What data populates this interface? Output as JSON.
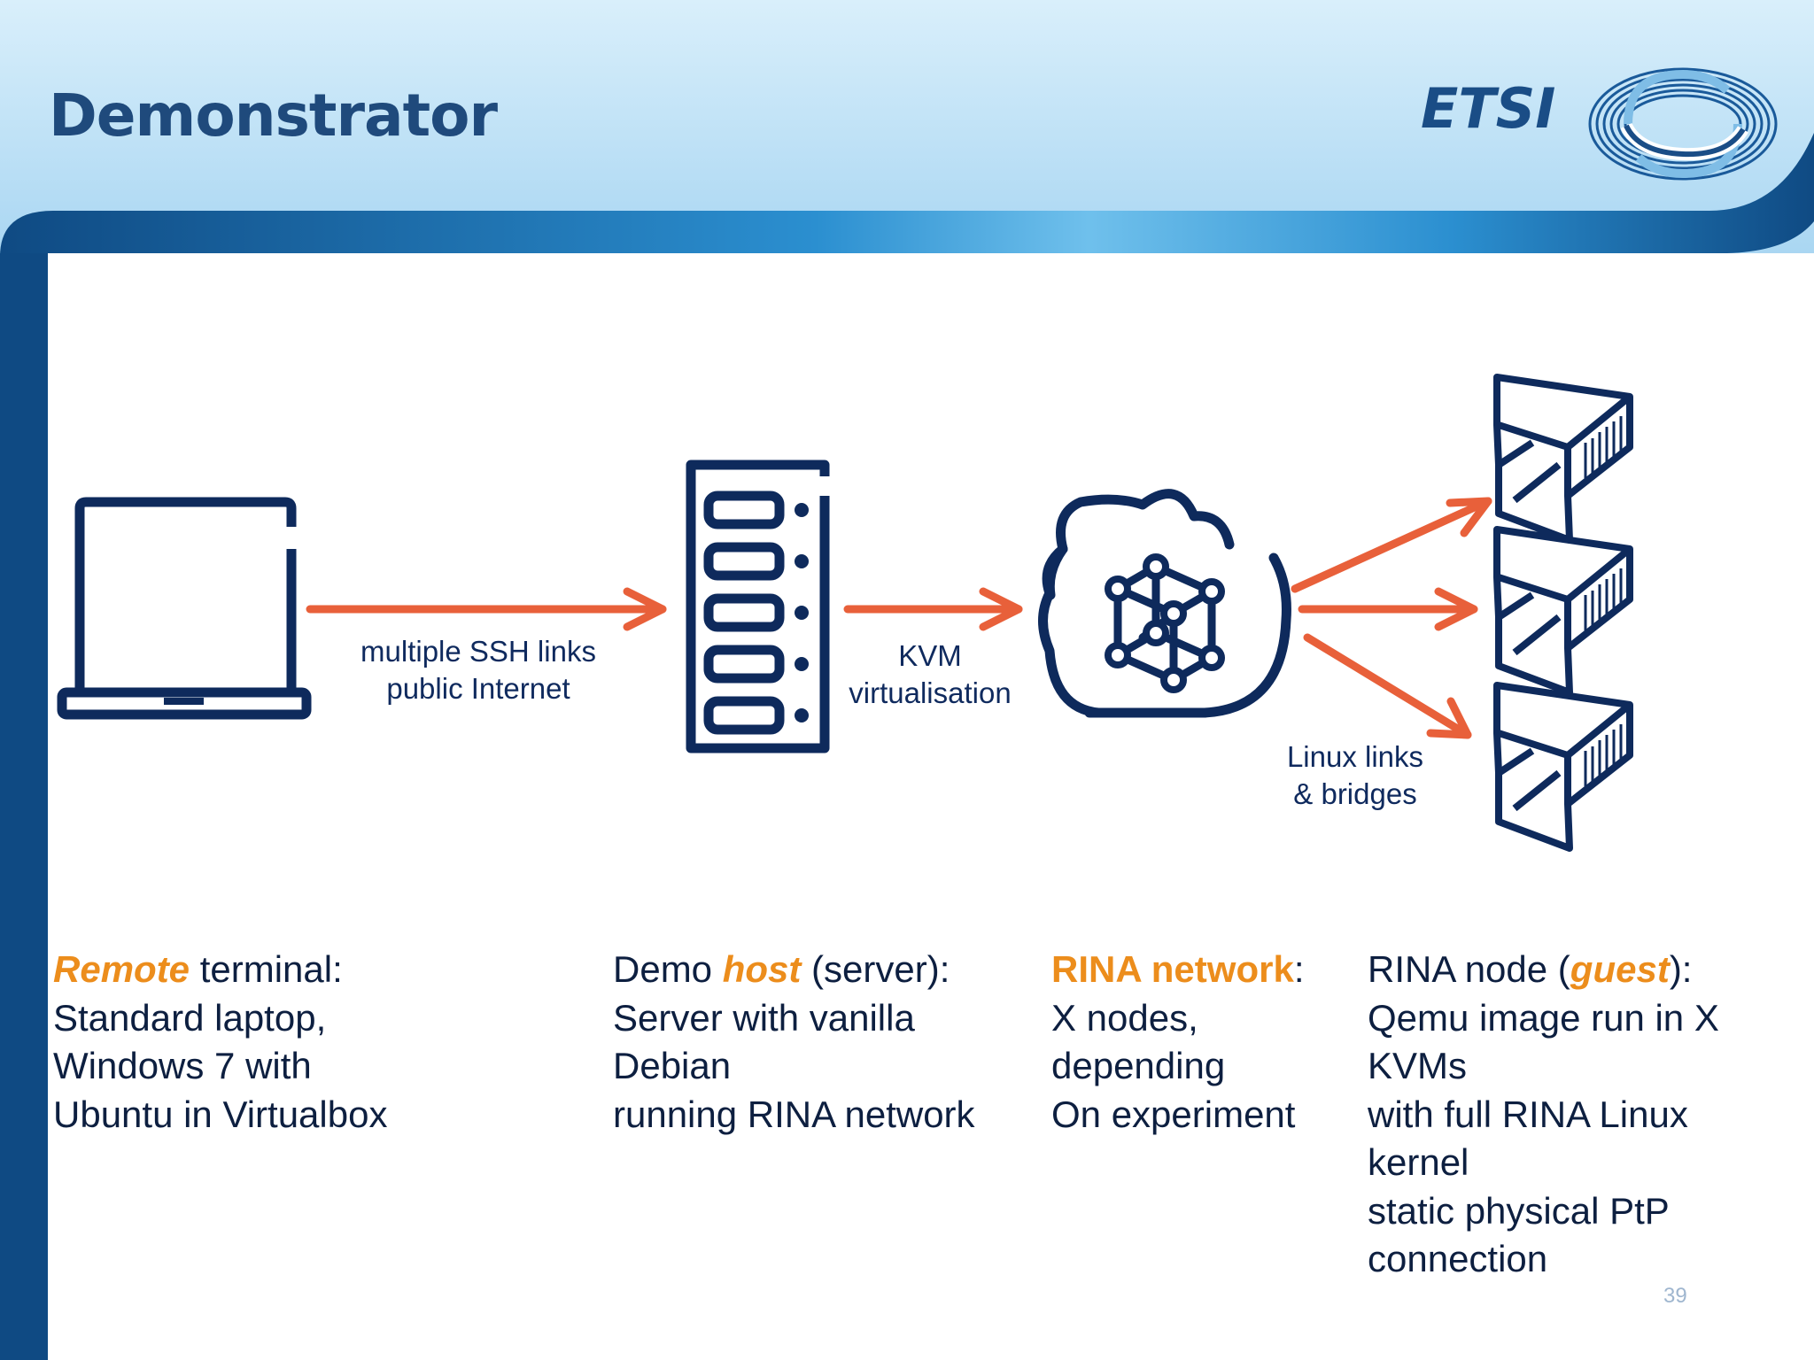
{
  "slide": {
    "title": "Demonstrator",
    "logo_text": "ETSI",
    "page_number": "39"
  },
  "diagram": {
    "nodes": [
      {
        "id": "laptop",
        "icon": "laptop-icon"
      },
      {
        "id": "server",
        "icon": "server-rack-icon"
      },
      {
        "id": "cloud",
        "icon": "cloud-network-icon"
      },
      {
        "id": "guests",
        "icon": "container-stack-icon"
      }
    ],
    "edges": [
      {
        "from": "laptop",
        "to": "server",
        "label_lines": [
          "multiple SSH links",
          "public Internet"
        ]
      },
      {
        "from": "server",
        "to": "cloud",
        "label_lines": [
          "KVM",
          "virtualisation"
        ]
      },
      {
        "from": "cloud",
        "to": "guests",
        "label_lines": [
          "Linux links",
          "& bridges"
        ]
      }
    ],
    "arrow_color": "#e8603a",
    "icon_color": "#0e2a5c"
  },
  "columns": {
    "remote": {
      "head_hl": "Remote",
      "head_rest": " terminal:",
      "lines": [
        "Standard laptop,",
        "Windows 7 with",
        "Ubuntu in Virtualbox"
      ]
    },
    "host": {
      "head_pre": "Demo ",
      "head_hl": "host",
      "head_rest": " (server):",
      "lines": [
        "Server with vanilla",
        "Debian",
        "running RINA network"
      ]
    },
    "network": {
      "head_hl": "RINA network",
      "head_rest": ":",
      "lines": [
        "X nodes,",
        "depending",
        "On experiment"
      ]
    },
    "guest": {
      "head_pre": "RINA node (",
      "head_hl": "guest",
      "head_rest": "):",
      "lines": [
        "Qemu image run in X",
        "KVMs",
        "with full RINA Linux",
        "kernel",
        "static physical PtP",
        "connection"
      ]
    }
  },
  "colors": {
    "title": "#1f4a7c",
    "accent": "#ec8d1c",
    "sidebar": "#0f4a83",
    "banner": "#bfe0f5"
  }
}
